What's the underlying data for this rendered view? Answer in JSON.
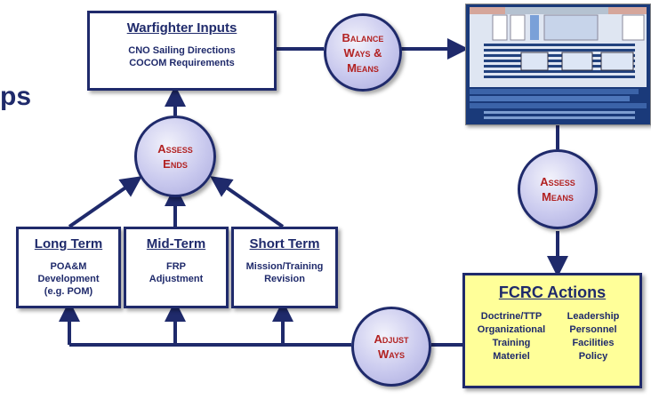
{
  "heading_fragment": "ps",
  "inputs": {
    "title": "Warfighter Inputs",
    "lines": [
      "CNO Sailing Directions",
      "COCOM Requirements"
    ]
  },
  "balance": {
    "lines": [
      "Balance",
      "Ways &",
      "Means"
    ]
  },
  "assess_ends": {
    "lines": [
      "Assess",
      "Ends"
    ]
  },
  "assess_means": {
    "lines": [
      "Assess",
      "Means"
    ]
  },
  "adjust_ways": {
    "lines": [
      "Adjust",
      "Ways"
    ]
  },
  "long_term": {
    "title": "Long Term",
    "lines": [
      "POA&M",
      "Development",
      "(e.g. POM)"
    ]
  },
  "mid_term": {
    "title": "Mid-Term",
    "lines": [
      "FRP",
      "Adjustment"
    ]
  },
  "short_term": {
    "title": "Short Term",
    "lines": [
      "Mission/Training",
      "Revision"
    ]
  },
  "fcrc": {
    "title": "FCRC Actions",
    "items": [
      "Doctrine/TTP",
      "Leadership",
      "Organizational",
      "Personnel",
      "Training",
      "Facilities",
      "Materiel",
      "Policy"
    ]
  },
  "colors": {
    "navy": "#1f2a6b",
    "red_text": "#b22222",
    "circle_fill": "#c9c9ee",
    "fcrc_fill": "#ffff99"
  }
}
